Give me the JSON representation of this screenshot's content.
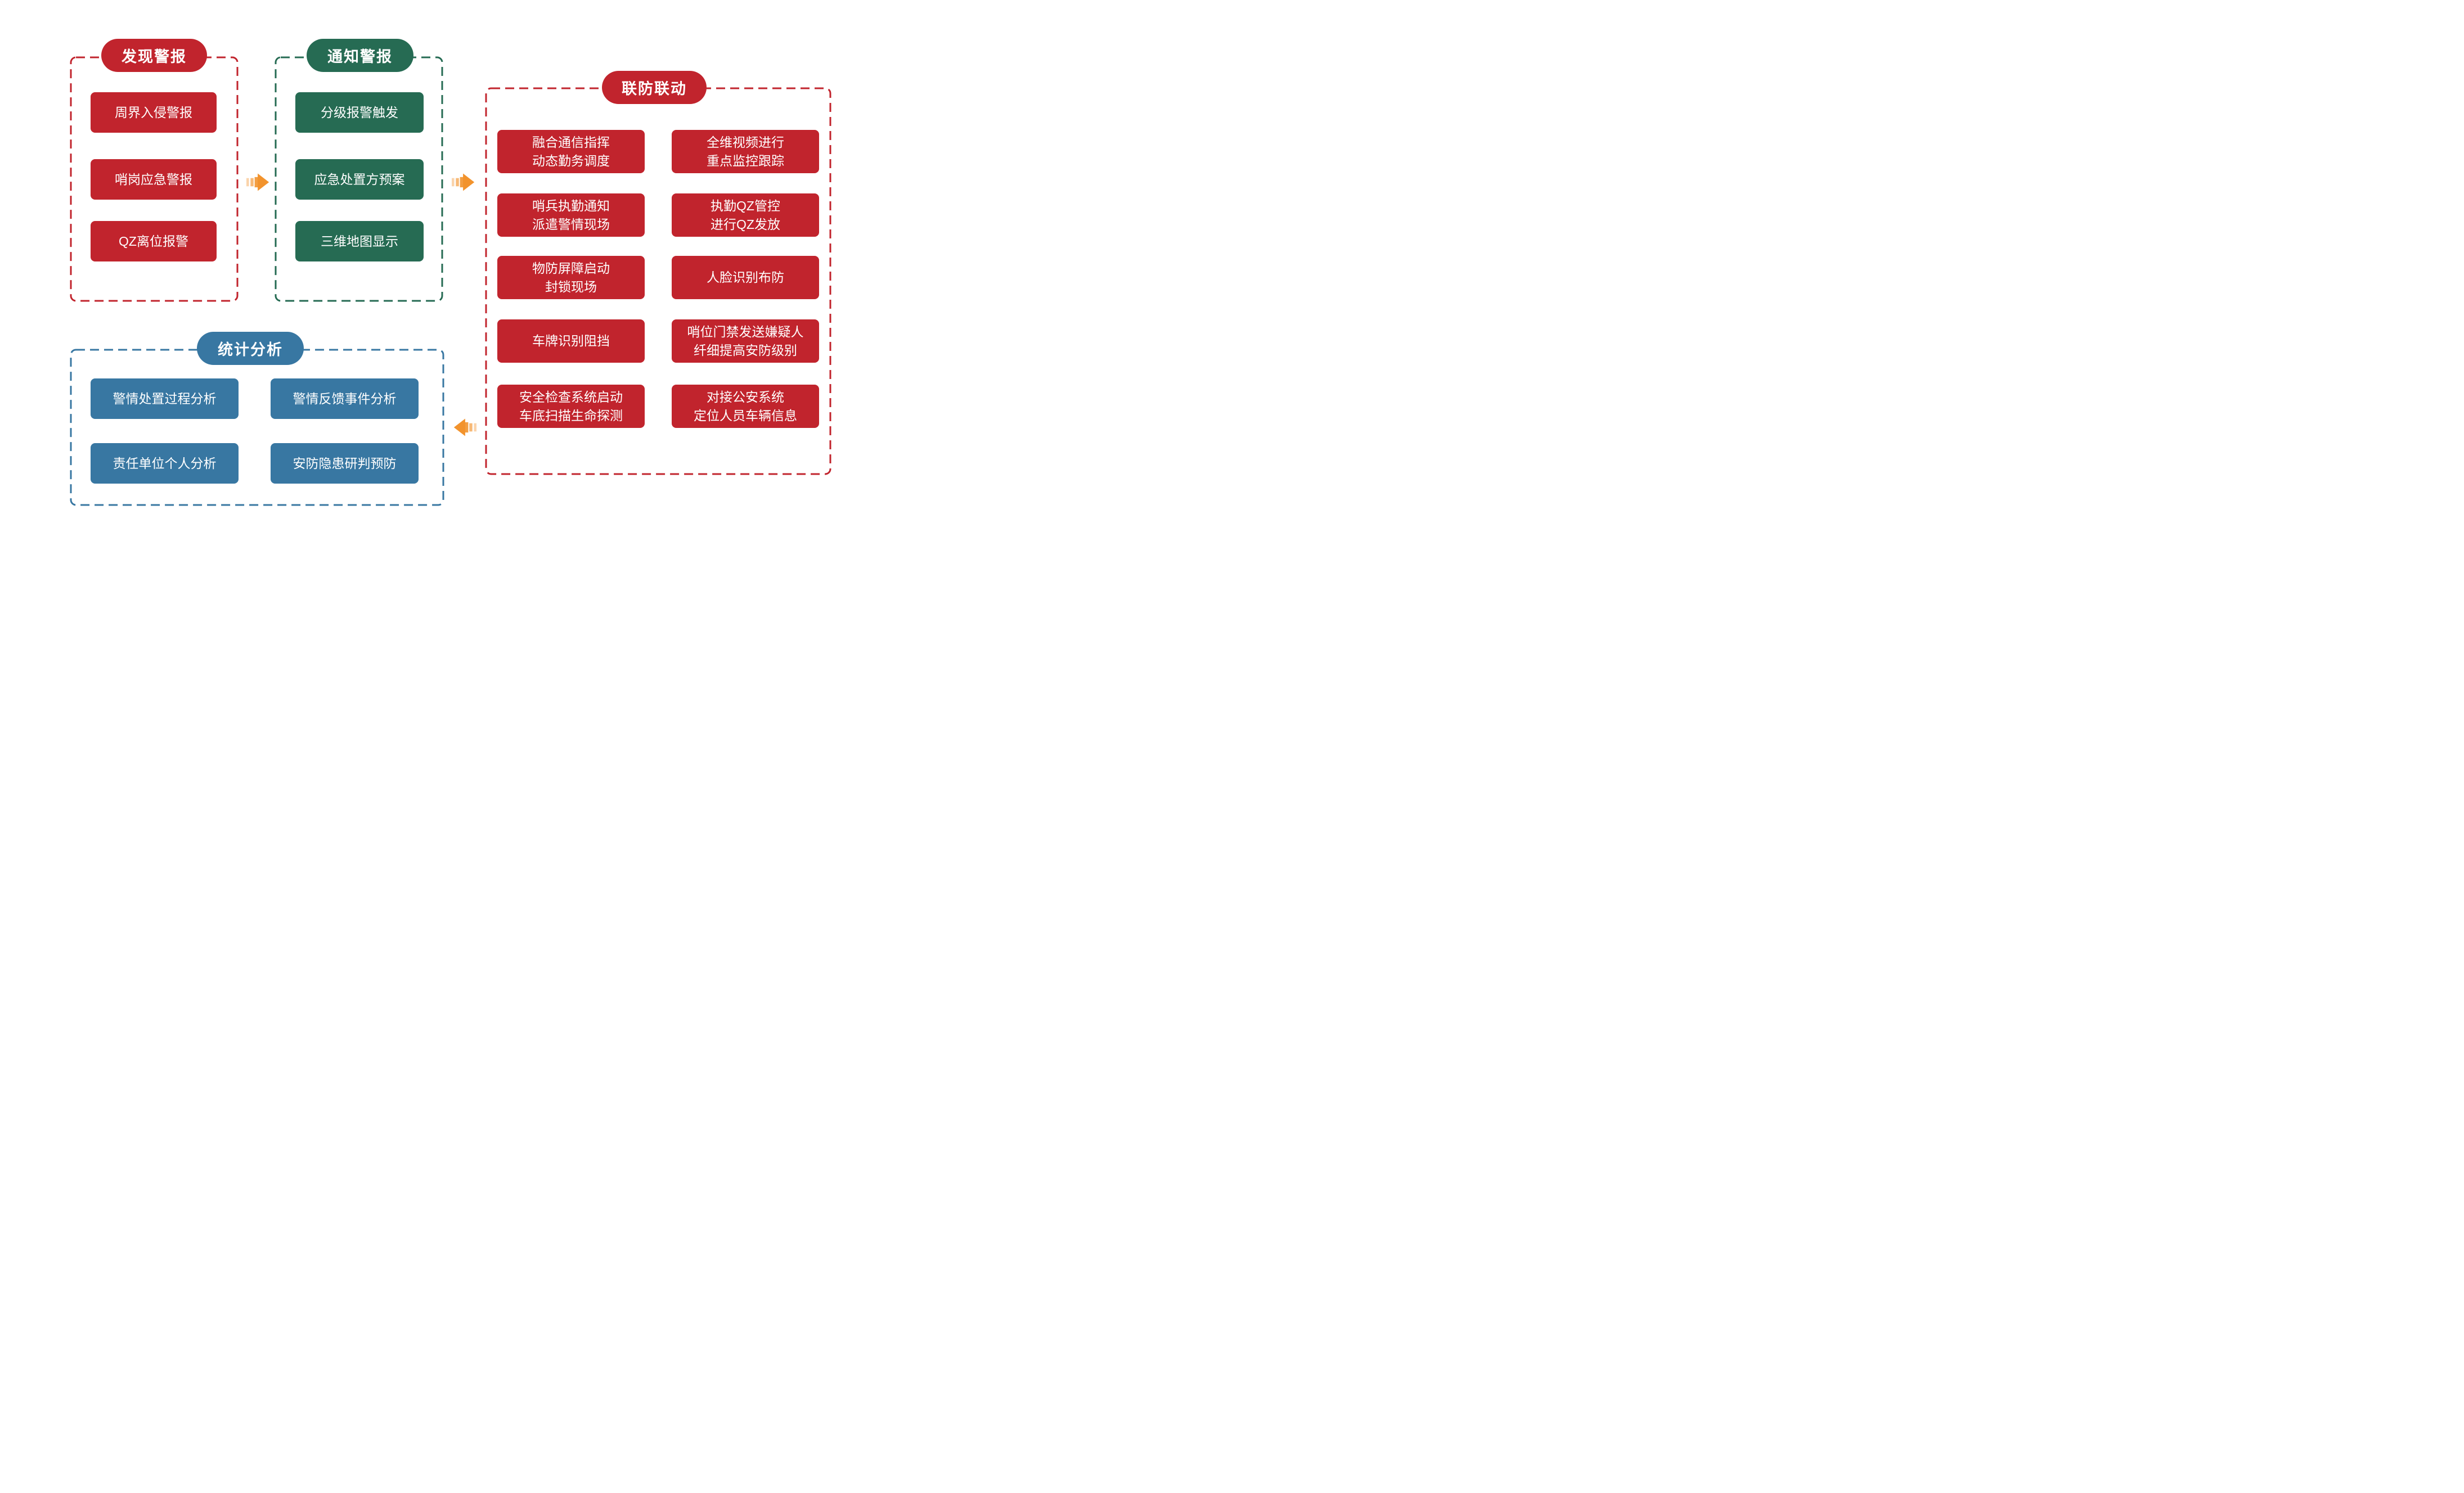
{
  "colors": {
    "red": "#C1242D",
    "green": "#266B53",
    "blue": "#3877A2",
    "orange": "#F2932D",
    "background": "#FFFFFF"
  },
  "groups": [
    {
      "title": "发现警报",
      "items": [
        {
          "label": "周界入侵警报"
        },
        {
          "label": "哨岗应急警报"
        },
        {
          "label": "QZ离位报警"
        }
      ]
    },
    {
      "title": "通知警报",
      "items": [
        {
          "label": "分级报警触发"
        },
        {
          "label": "应急处置方预案"
        },
        {
          "label": "三维地图显示"
        }
      ]
    },
    {
      "title": "联防联动",
      "items": [
        {
          "label": "融合通信指挥\n动态勤务调度"
        },
        {
          "label": "全维视频进行\n重点监控跟踪"
        },
        {
          "label": "哨兵执勤通知\n派遣警情现场"
        },
        {
          "label": "执勤QZ管控\n进行QZ发放"
        },
        {
          "label": "物防屏障启动\n封锁现场"
        },
        {
          "label": "人脸识别布防"
        },
        {
          "label": "车牌识别阻挡"
        },
        {
          "label": "哨位门禁发送嫌疑人\n纤细提高安防级别"
        },
        {
          "label": "安全检查系统启动\n车底扫描生命探测"
        },
        {
          "label": "对接公安系统\n定位人员车辆信息"
        }
      ]
    },
    {
      "title": "统计分析",
      "items": [
        {
          "label": "警情处置过程分析"
        },
        {
          "label": "警情反馈事件分析"
        },
        {
          "label": "责任单位个人分析"
        },
        {
          "label": "安防隐患研判预防"
        }
      ]
    }
  ],
  "arrows": [
    {
      "direction": "right"
    },
    {
      "direction": "right"
    },
    {
      "direction": "left"
    }
  ]
}
